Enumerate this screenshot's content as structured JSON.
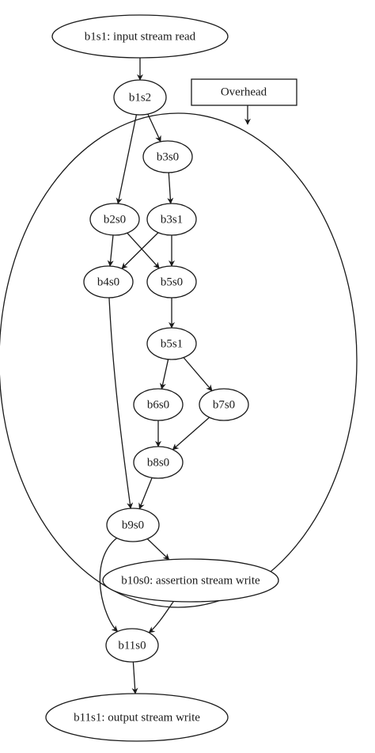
{
  "diagram": {
    "nodes": [
      {
        "id": "b1s1",
        "label": "b1s1: input stream read"
      },
      {
        "id": "b1s2",
        "label": "b1s2"
      },
      {
        "id": "b3s0",
        "label": "b3s0"
      },
      {
        "id": "b2s0",
        "label": "b2s0"
      },
      {
        "id": "b3s1",
        "label": "b3s1"
      },
      {
        "id": "b4s0",
        "label": "b4s0"
      },
      {
        "id": "b5s0",
        "label": "b5s0"
      },
      {
        "id": "b5s1",
        "label": "b5s1"
      },
      {
        "id": "b6s0",
        "label": "b6s0"
      },
      {
        "id": "b7s0",
        "label": "b7s0"
      },
      {
        "id": "b8s0",
        "label": "b8s0"
      },
      {
        "id": "b9s0",
        "label": "b9s0"
      },
      {
        "id": "b10s0",
        "label": "b10s0: assertion stream write"
      },
      {
        "id": "b11s0",
        "label": "b11s0"
      },
      {
        "id": "b11s1",
        "label": "b11s1: output stream write"
      }
    ],
    "edges": [
      {
        "from": "b1s1",
        "to": "b1s2"
      },
      {
        "from": "b1s2",
        "to": "b3s0"
      },
      {
        "from": "b1s2",
        "to": "b2s0"
      },
      {
        "from": "b3s0",
        "to": "b3s1"
      },
      {
        "from": "b2s0",
        "to": "b4s0"
      },
      {
        "from": "b2s0",
        "to": "b5s0"
      },
      {
        "from": "b3s1",
        "to": "b4s0"
      },
      {
        "from": "b3s1",
        "to": "b5s0"
      },
      {
        "from": "b5s0",
        "to": "b5s1"
      },
      {
        "from": "b5s1",
        "to": "b6s0"
      },
      {
        "from": "b5s1",
        "to": "b7s0"
      },
      {
        "from": "b6s0",
        "to": "b8s0"
      },
      {
        "from": "b7s0",
        "to": "b8s0"
      },
      {
        "from": "b4s0",
        "to": "b9s0"
      },
      {
        "from": "b8s0",
        "to": "b9s0"
      },
      {
        "from": "b9s0",
        "to": "b10s0"
      },
      {
        "from": "b9s0",
        "to": "b11s0"
      },
      {
        "from": "b10s0",
        "to": "b11s0"
      },
      {
        "from": "b11s0",
        "to": "b11s1"
      }
    ],
    "overhead": {
      "label": "Overhead"
    }
  }
}
